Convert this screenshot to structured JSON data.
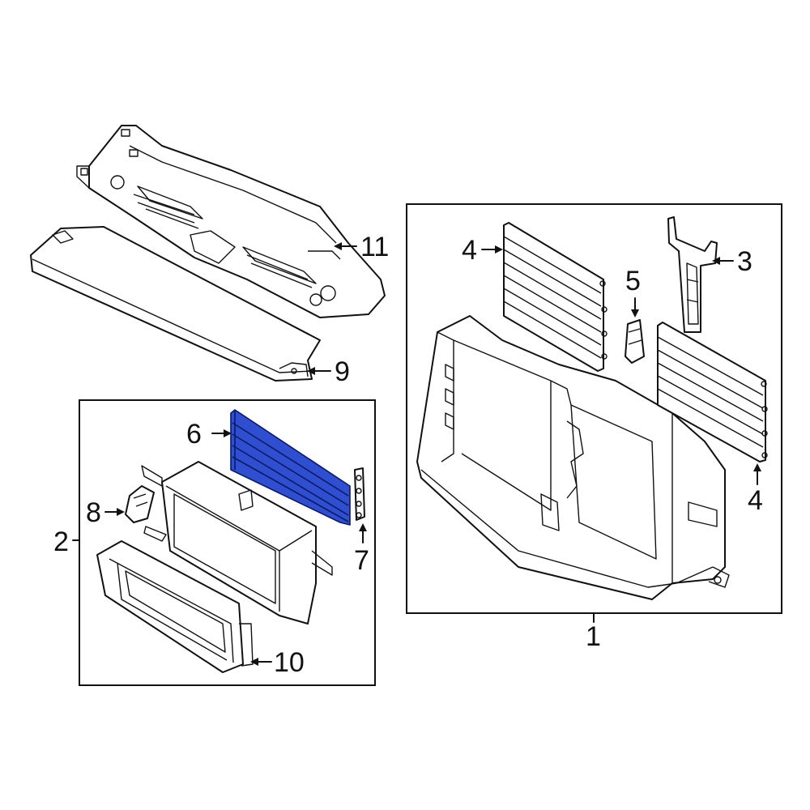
{
  "callouts": {
    "c1": "1",
    "c2": "2",
    "c3": "3",
    "c4a": "4",
    "c4b": "4",
    "c5": "5",
    "c6": "6",
    "c7": "7",
    "c8": "8",
    "c9": "9",
    "c10": "10",
    "c11": "11"
  },
  "colors": {
    "highlight_part": "#2f4fd0",
    "line": "#111111",
    "background": "#ffffff"
  },
  "highlighted_part": "6"
}
